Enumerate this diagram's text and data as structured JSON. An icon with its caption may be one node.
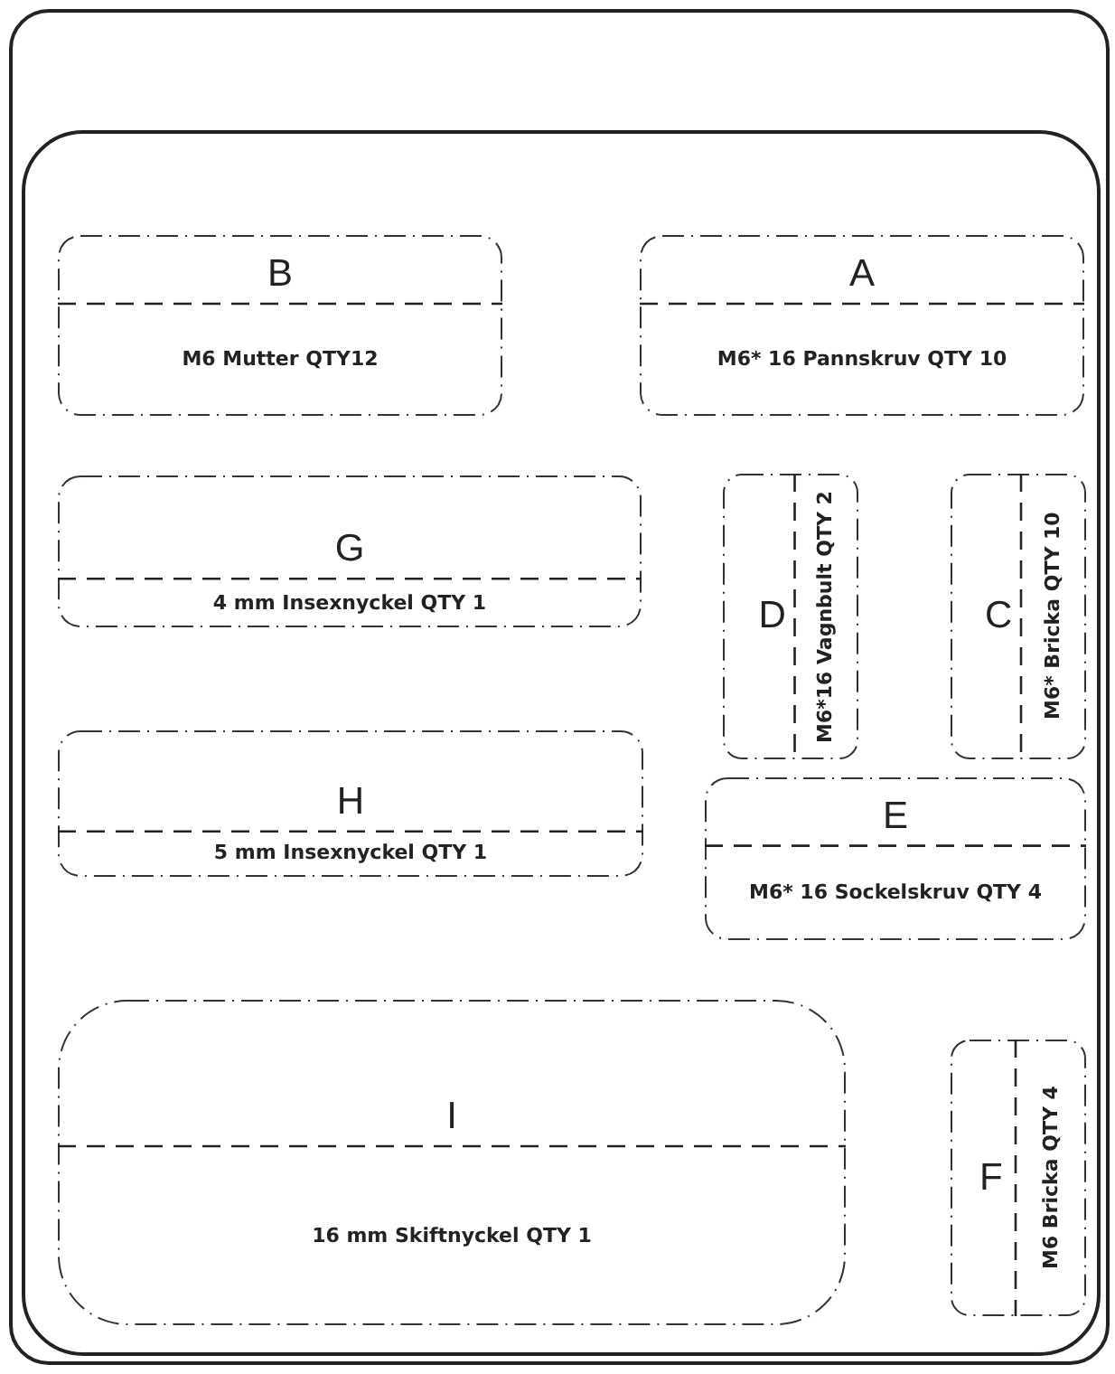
{
  "diagram": {
    "nodes": [
      {
        "text": [],
        "shape": "box"
      },
      {
        "text": [],
        "shape": "box",
        "in": 0
      },
      {
        "text": [
          "B",
          "M6 Mutter QTY12"
        ],
        "in": 1
      },
      {
        "text": [
          "A",
          "M6* 16 Pannskruv QTY 10"
        ],
        "in": 1
      },
      {
        "text": [
          "G",
          "4 mm Insexnyckel QTY 1"
        ],
        "in": 1
      },
      {
        "text": [
          "D",
          "M6*16 Vagnbult QTY 2"
        ],
        "in": 1
      },
      {
        "text": [
          "C",
          "M6* Bricka QTY 10"
        ],
        "in": 1
      },
      {
        "text": [
          "H",
          "5 mm Insexnyckel QTY 1"
        ],
        "in": 1
      },
      {
        "text": [
          "E",
          "M6* 16 Sockelskruv QTY 4"
        ],
        "in": 1
      },
      {
        "text": [
          "I",
          "16 mm Skiftnyckel QTY 1"
        ],
        "in": 1
      },
      {
        "text": [
          "F",
          "M6 Bricka QTY 4"
        ],
        "in": 1
      }
    ]
  }
}
